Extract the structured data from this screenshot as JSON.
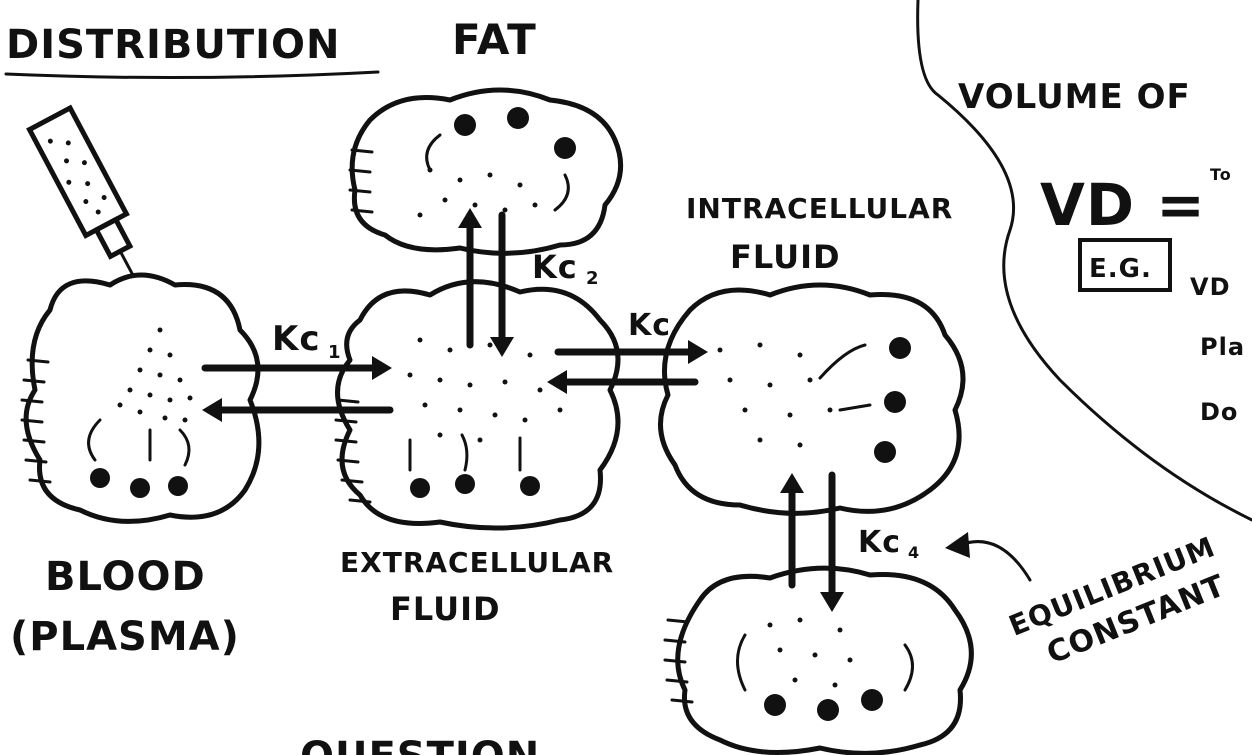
{
  "labels": {
    "distribution": "DISTRIBUTION",
    "fat": "FAT",
    "intracellular_1": "INTRACELLULAR",
    "intracellular_2": "FLUID",
    "extracellular_1": "EXTRACELLULAR",
    "extracellular_2": "FLUID",
    "blood_1": "BLOOD",
    "blood_2": "(PLASMA)",
    "equilibrium_1": "EQUILIBRIUM",
    "equilibrium_2": "CONSTANT",
    "kc1": "Kc",
    "kc1_sub": "1",
    "kc2": "Kc",
    "kc2_sub": "2",
    "kc3": "Kc",
    "kc4": "Kc",
    "kc4_sub": "4"
  },
  "side_panel": {
    "title": "VOLUME OF",
    "vd_formula": "VD =",
    "fraction_top": "To",
    "eg_box": "E.G.",
    "line_vd": "VD",
    "line_pla": "Pla",
    "line_do": "Do"
  },
  "footer": {
    "partial_text": "QUESTION"
  },
  "colors": {
    "ink": "#111111",
    "paper": "#ffffff"
  }
}
